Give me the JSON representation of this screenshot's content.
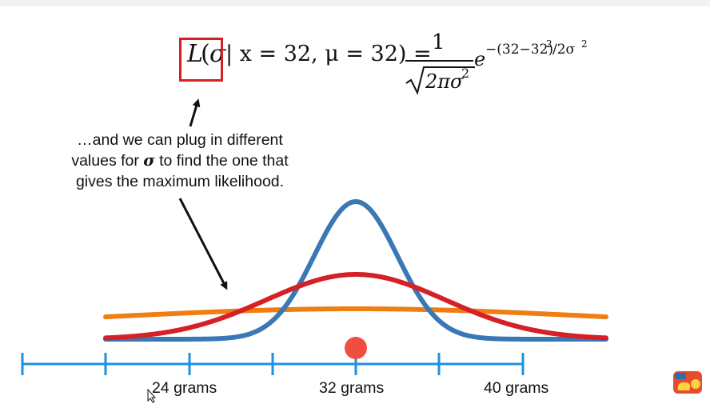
{
  "formula": {
    "L": "L",
    "paren_open": "(",
    "sigma": "σ",
    "condition": "| x = 32, μ = 32) =",
    "numerator": "1",
    "denominator": "2πσ",
    "denominator_exp": "2",
    "exp_base": "e",
    "exponent": "−(32−32)",
    "exponent_sup2": "2",
    "exponent_rest": "/2σ",
    "exponent_sup3": "2"
  },
  "caption": {
    "line1": "…and we can plug in different",
    "line2_pre": "values for ",
    "line2_sigma": "σ",
    "line2_post": " to find the one that",
    "line3": "gives the maximum likelihood."
  },
  "axis": {
    "labels": [
      "24 grams",
      "32 grams",
      "40 grams"
    ]
  },
  "colors": {
    "blue_curve": "#3a78b5",
    "red_curve": "#d42026",
    "orange_curve": "#f07d12",
    "axis_line": "#1e90e0",
    "data_point": "#f04e3e",
    "highlight_box": "#d42026"
  },
  "icons": {
    "logo": "statquest-logo",
    "cursor": "mouse-cursor-icon"
  }
}
